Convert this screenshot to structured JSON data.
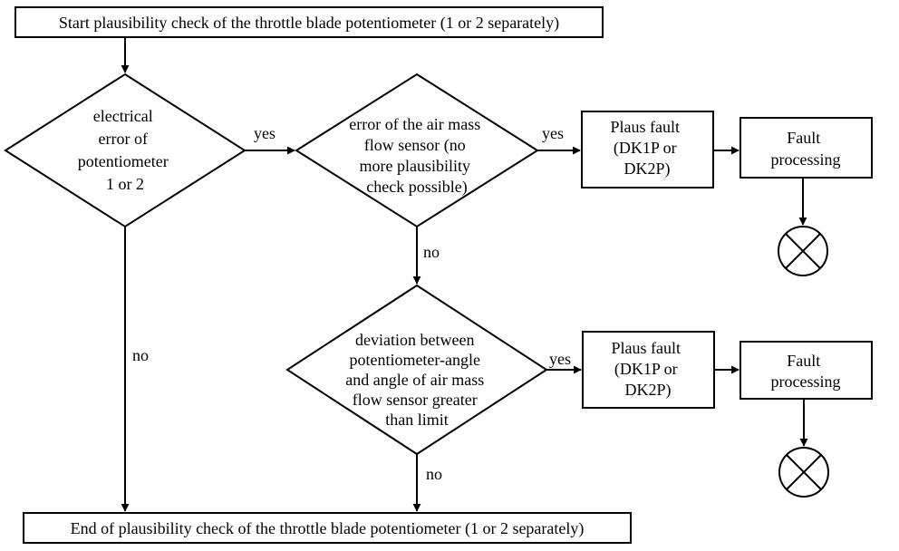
{
  "start": "Start plausibility check of the throttle blade potentiometer (1 or 2 separately)",
  "end": "End of plausibility check of the throttle blade potentiometer (1 or 2 separately)",
  "decision1": [
    "electrical",
    "error of",
    "potentiometer",
    "1 or 2"
  ],
  "decision2": [
    "error of the air mass",
    "flow sensor (no",
    "more plausibility",
    "check possible)"
  ],
  "decision3": [
    "deviation between",
    "potentiometer-angle",
    "and angle of air mass",
    "flow sensor greater",
    "than limit"
  ],
  "plaus_fault_1": [
    "Plaus fault",
    "(DK1P or",
    "DK2P)"
  ],
  "plaus_fault_2": [
    "Plaus fault",
    "(DK1P or",
    "DK2P)"
  ],
  "fault_processing_1": [
    "Fault",
    "processing"
  ],
  "fault_processing_2": [
    "Fault",
    "processing"
  ],
  "labels": {
    "yes1": "yes",
    "yes2": "yes",
    "yes3": "yes",
    "no1": "no",
    "no2": "no",
    "no3": "no"
  }
}
